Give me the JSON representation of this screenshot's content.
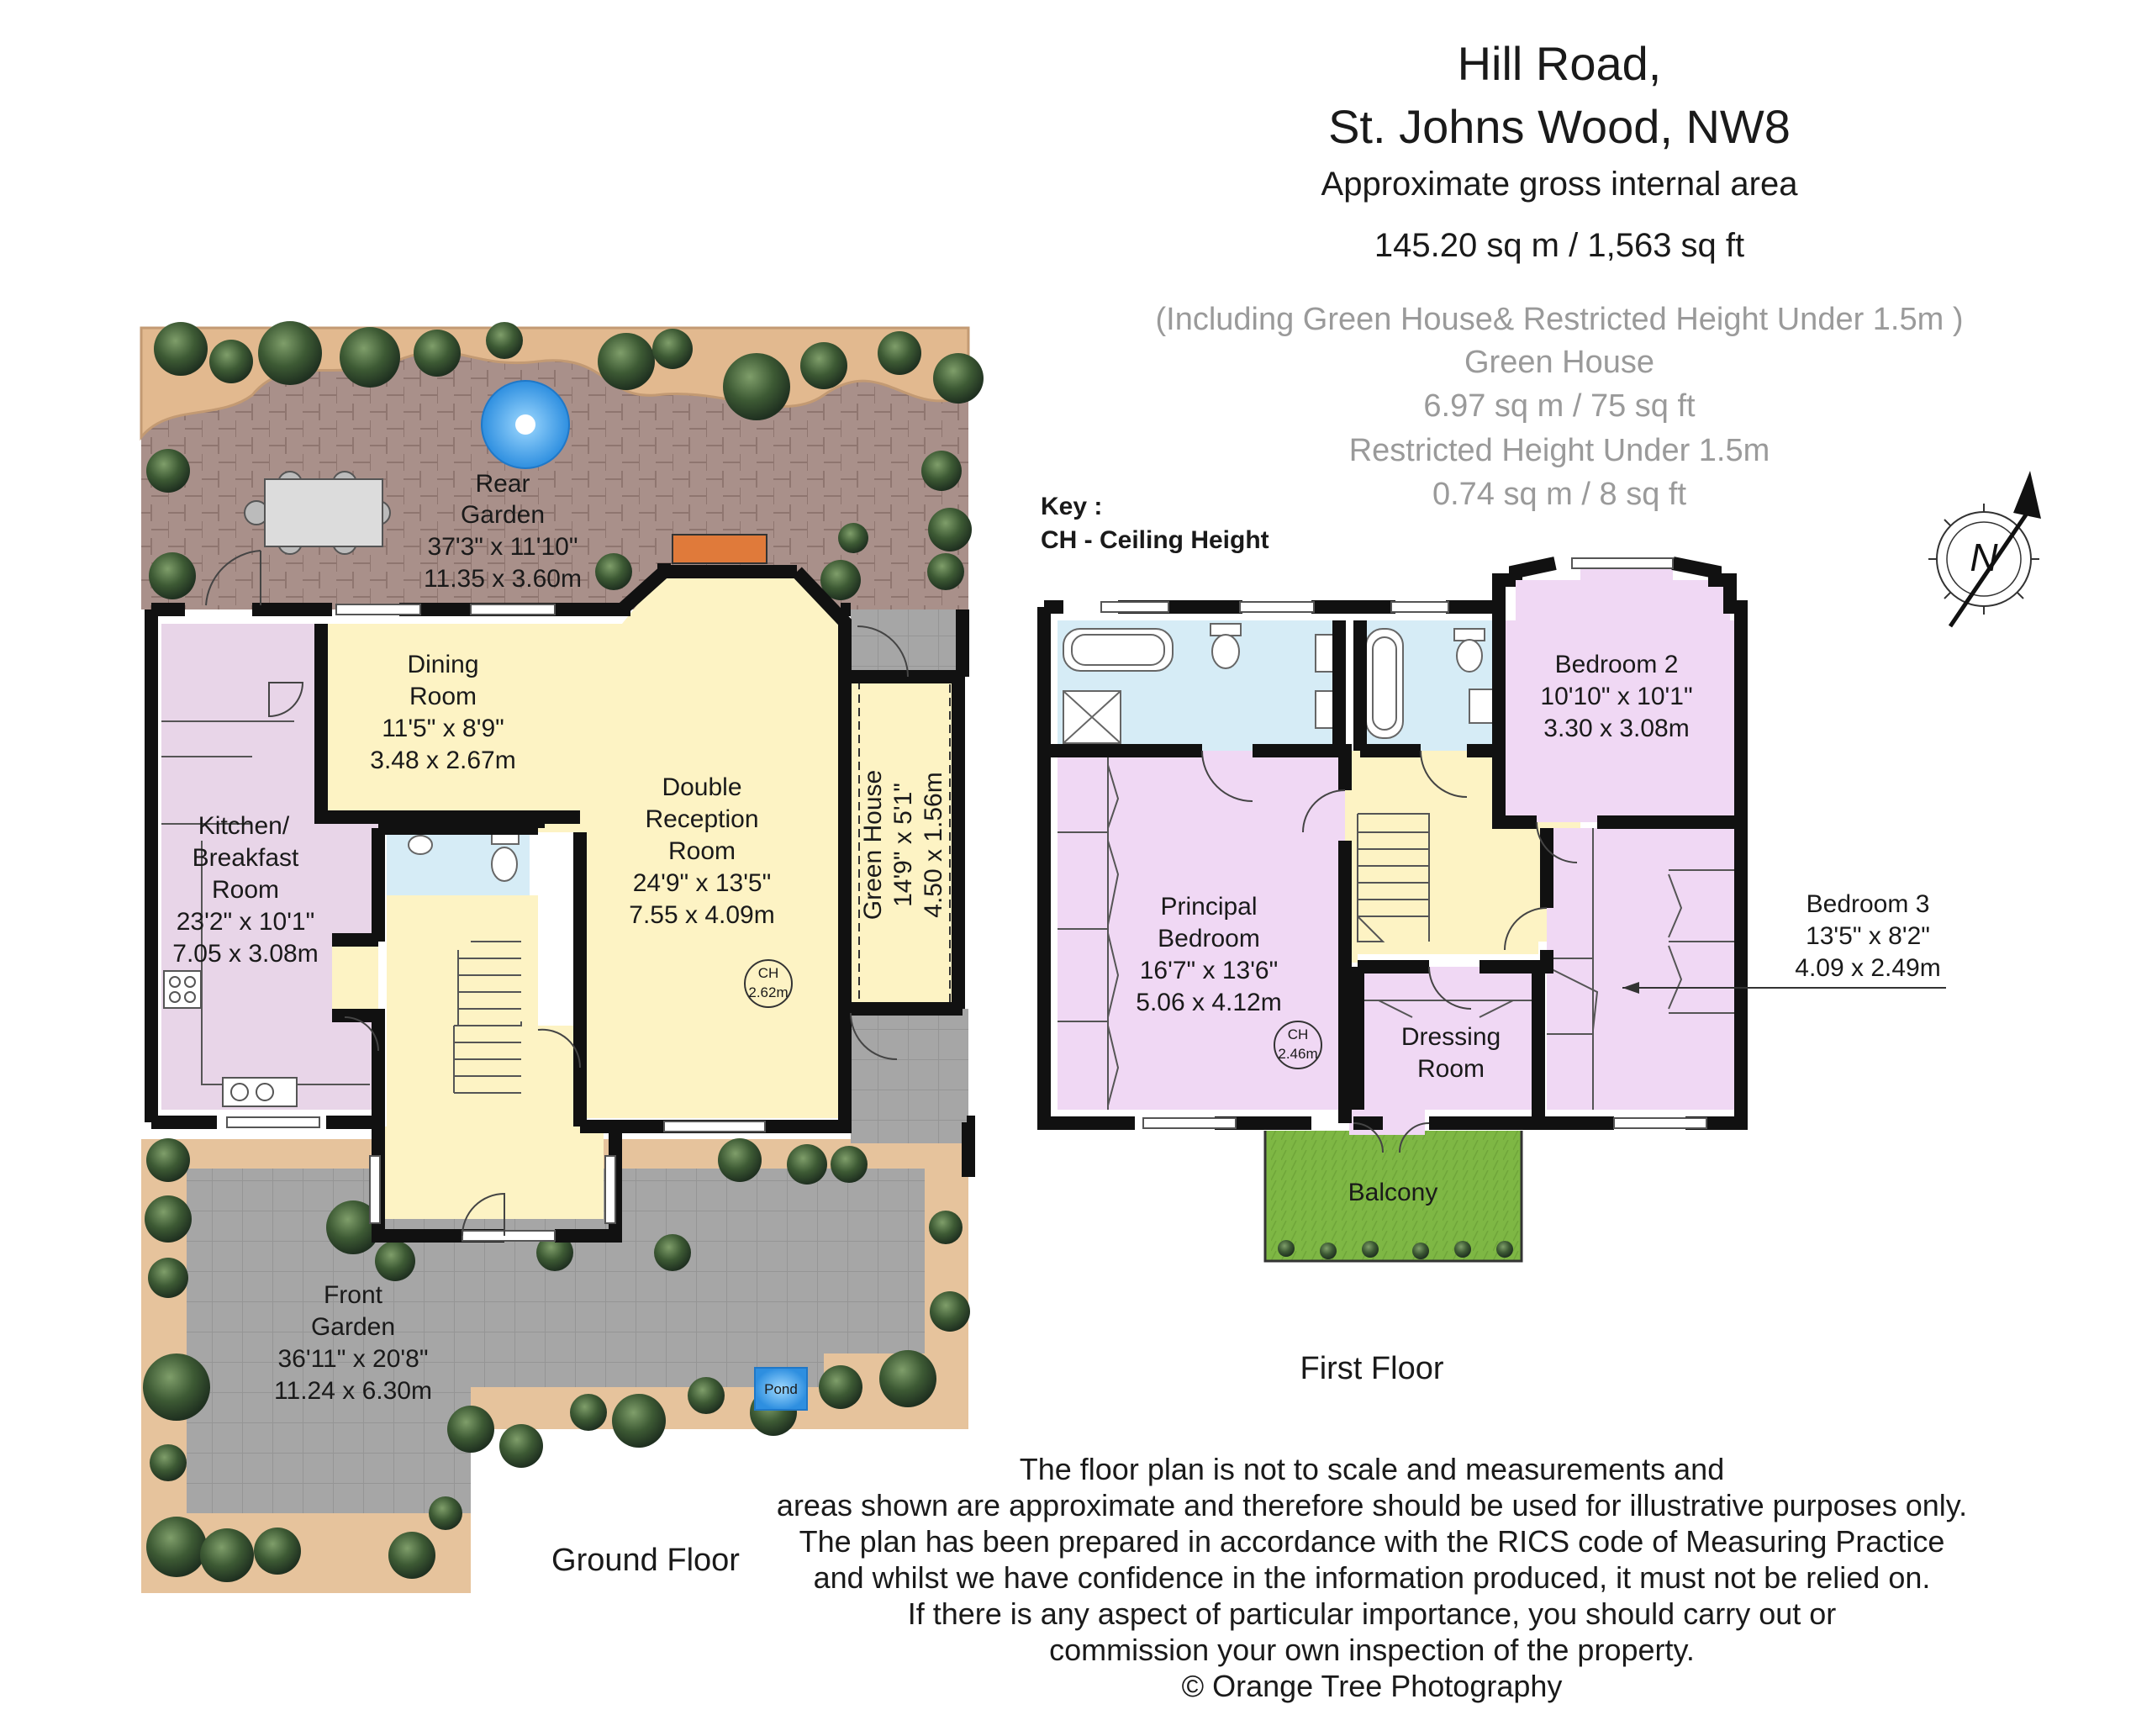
{
  "header": {
    "title_line1": "Hill Road,",
    "title_line2": "St. Johns Wood, NW8",
    "area_caption": "Approximate gross internal area",
    "area_value": "145.20 sq m / 1,563 sq ft",
    "including_note": "(Including Green  House& Restricted Height Under 1.5m )",
    "green_house_title": "Green  House",
    "green_house_area": "6.97 sq m / 75 sq ft",
    "restricted_title": "Restricted Height Under 1.5m",
    "restricted_area": "0.74 sq m / 8 sq ft"
  },
  "key": {
    "title": "Key :",
    "ch": "CH - Ceiling Height"
  },
  "compass": {
    "letter": "N"
  },
  "colors": {
    "paving": "#a9908a",
    "patio": "#a6a6a6",
    "kitchen": "#e8d5e8",
    "dining": "#fdf3c4",
    "reception": "#fdf3c4",
    "hall": "#fdf3c4",
    "bathroom": "#d6ecf6",
    "bedroom": "#f0d8f4",
    "balcony": "#7eb744",
    "pond": "#3aa3e3",
    "wall": "#111111"
  },
  "ground_floor": {
    "label": "Ground Floor",
    "rooms": {
      "rear_garden": {
        "name1": "Rear",
        "name2": "Garden",
        "imperial": "37'3\" x 11'10\"",
        "metric": "11.35 x 3.60m"
      },
      "dining": {
        "name1": "Dining",
        "name2": "Room",
        "imperial": "11'5\" x 8'9\"",
        "metric": "3.48 x 2.67m"
      },
      "kitchen": {
        "name1": "Kitchen/",
        "name2": "Breakfast",
        "name3": "Room",
        "imperial": "23'2\" x 10'1\"",
        "metric": "7.05 x 3.08m"
      },
      "reception": {
        "name1": "Double",
        "name2": "Reception",
        "name3": "Room",
        "imperial": "24'9\" x 13'5\"",
        "metric": "7.55 x 4.09m",
        "ch_label": "CH",
        "ch_value": "2.62m"
      },
      "green_house": {
        "name": "Green  House",
        "imperial": "14'9\" x 5'1\"",
        "metric": "4.50 x 1.56m"
      },
      "front_garden": {
        "name1": "Front",
        "name2": "Garden",
        "imperial": "36'11\" x 20'8\"",
        "metric": "11.24 x 6.30m"
      },
      "pond": {
        "name": "Pond"
      }
    }
  },
  "first_floor": {
    "label": "First Floor",
    "rooms": {
      "bedroom2": {
        "name": "Bedroom 2",
        "imperial": "10'10\" x 10'1\"",
        "metric": "3.30 x 3.08m"
      },
      "principal": {
        "name1": "Principal",
        "name2": "Bedroom",
        "imperial": "16'7\" x 13'6\"",
        "metric": "5.06 x 4.12m",
        "ch_label": "CH",
        "ch_value": "2.46m"
      },
      "bedroom3": {
        "name": "Bedroom 3",
        "imperial": "13'5\" x 8'2\"",
        "metric": "4.09 x 2.49m"
      },
      "dressing": {
        "name1": "Dressing",
        "name2": "Room"
      },
      "balcony": {
        "name": "Balcony"
      }
    }
  },
  "disclaimer": {
    "line1": "The floor plan is not to scale and measurements and",
    "line2": "areas shown are approximate and therefore should be used for illustrative purposes only.",
    "line3": "The plan has been prepared in accordance with the RICS code of Measuring Practice",
    "line4": "and whilst we have confidence in the information produced, it must not be relied on.",
    "line5": "If there is any aspect of particular importance, you should carry out or",
    "line6": "commission your own inspection of the property.",
    "line7": "© Orange Tree Photography"
  }
}
